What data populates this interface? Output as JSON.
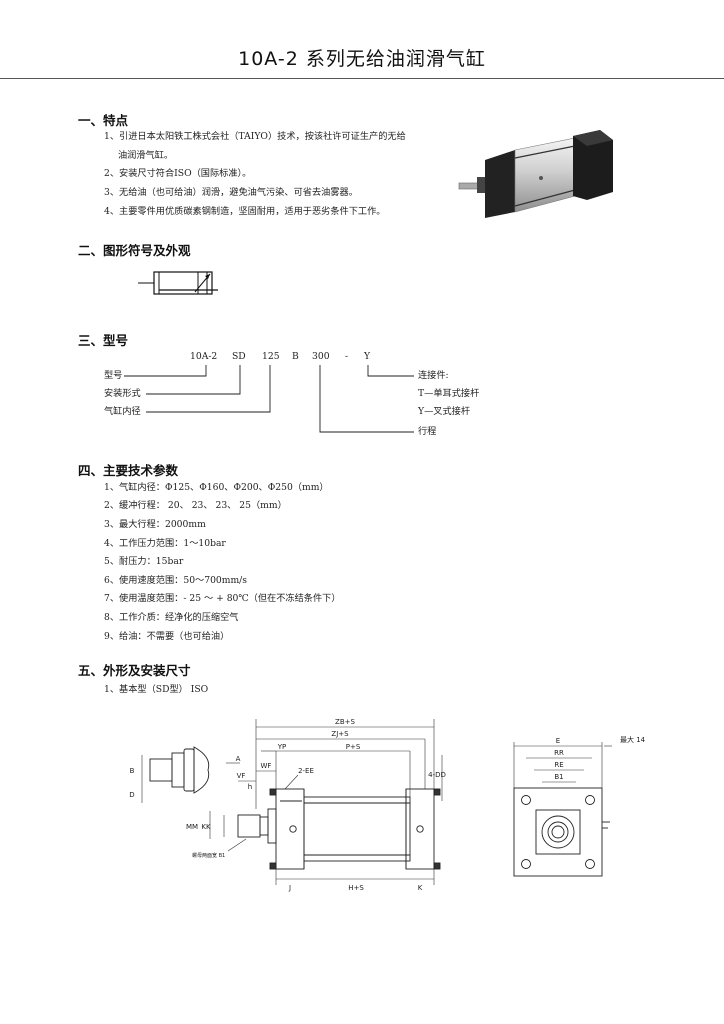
{
  "title": "10A-2  系列无给油润滑气缸",
  "sections": {
    "s1": {
      "heading": "一、特点",
      "items": [
        "1、引进日本太阳铁工株式会社（TAIYO）技术，按该社许可证生产的无给",
        "油润滑气缸。",
        "2、安装尺寸符合ISO（国际标准）。",
        "3、无给油（也可给油）润滑，避免油气污染、可省去油雾器。",
        "4、主要零件用优质碳素钢制造，坚固耐用，适用于恶劣条件下工作。"
      ]
    },
    "s2": {
      "heading": "二、图形符号及外观"
    },
    "s3": {
      "heading": "三、型号",
      "code": [
        "10A-2",
        "SD",
        "125",
        "B",
        "300",
        "-",
        "Y"
      ],
      "left_labels": [
        "型号",
        "安装形式",
        "气缸内径"
      ],
      "right_labels": [
        "连接件:",
        "T—单耳式接杆",
        "Y—叉式接杆",
        "行程"
      ]
    },
    "s4": {
      "heading": "四、主要技术参数",
      "items": [
        "1、气缸内径：Φ125、Φ160、Φ200、Φ250（mm）",
        "2、缓冲行程：  20、    23、    23、    25（mm）",
        "3、最大行程：2000mm",
        "4、工作压力范围：1～10bar",
        "5、耐压力：15bar",
        "6、使用速度范围：50～700mm/s",
        "7、使用温度范围：- 25  ～ + 80℃（但在不冻结条件下）",
        "8、工作介质：经净化的压缩空气",
        "9、给油：不需要（也可给油）"
      ]
    },
    "s5": {
      "heading": "五、外形及安装尺寸",
      "sub": "1、基本型（SD型） ISO"
    }
  },
  "drawing": {
    "dims": [
      "ZB+S",
      "ZJ+S",
      "YP",
      "P+S",
      "A",
      "WF",
      "VF",
      "h",
      "2-EE",
      "B",
      "D",
      "MM",
      "KK",
      "J",
      "H+S",
      "K",
      "4-DD"
    ],
    "note_left": "螺母两面宽 B1",
    "side_dims": [
      "E",
      "RR",
      "RE",
      "B1"
    ],
    "side_note": "最大 14"
  }
}
